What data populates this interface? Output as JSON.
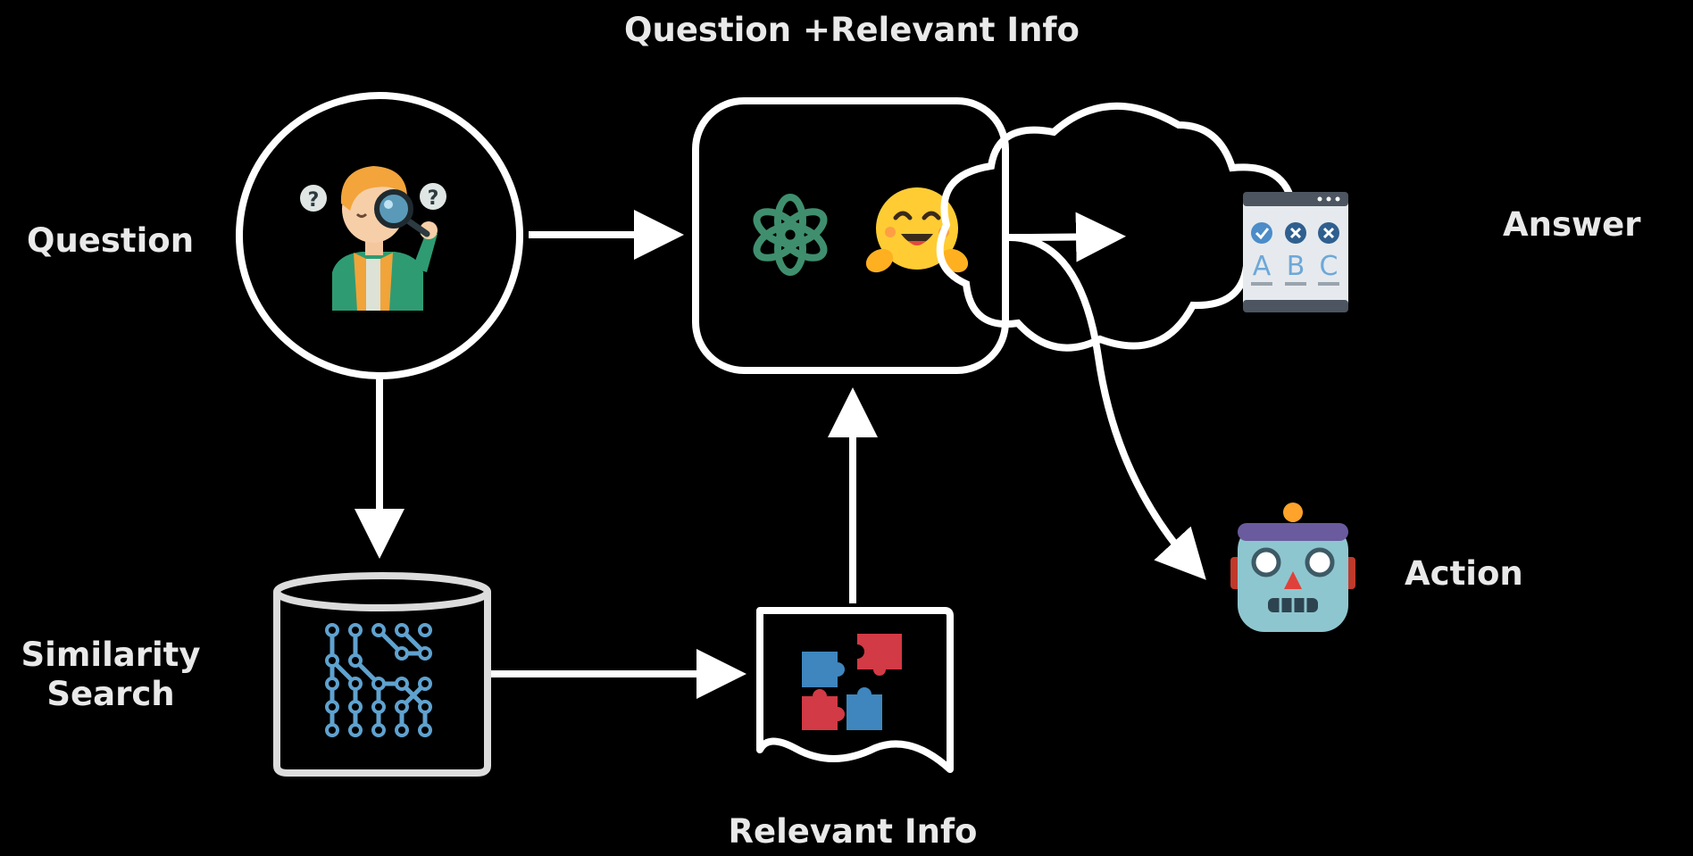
{
  "labels": {
    "top": "Question +Relevant Info",
    "question": "Question",
    "answer": "Answer",
    "action": "Action",
    "similarity_line1": "Similarity",
    "similarity_line2": "Search",
    "relevant": "Relevant Info"
  },
  "quiz_letters": [
    "A",
    "B",
    "C"
  ],
  "colors": {
    "background": "#000000",
    "stroke": "#ffffff",
    "openai_green": "#3f8f6e",
    "hug_yellow": "#ffcc33",
    "db_blue": "#5fa2cf",
    "puzzle_red": "#d23a45",
    "puzzle_blue": "#3e86bd",
    "robot_teal": "#8ec6cf"
  },
  "icons": [
    "person-magnifier-icon",
    "openai-logo-icon",
    "hugging-face-icon",
    "quiz-abc-icon",
    "database-network-icon",
    "puzzle-document-icon",
    "robot-face-icon"
  ]
}
